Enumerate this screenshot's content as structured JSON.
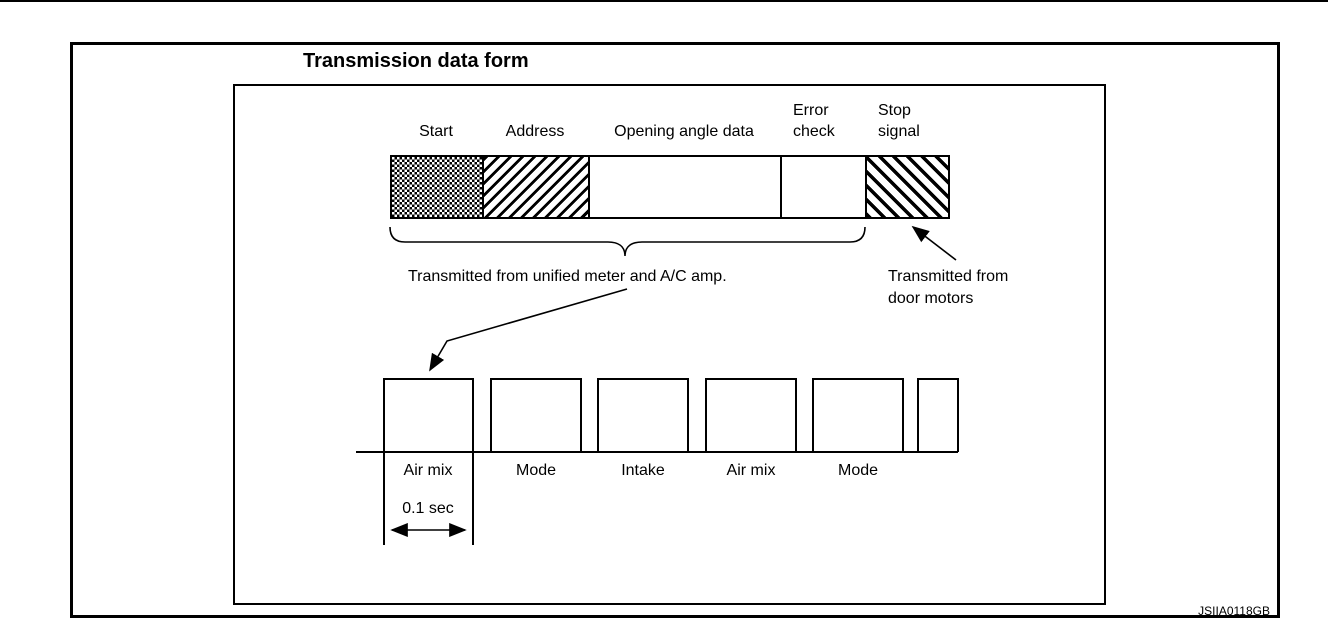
{
  "title": "Transmission data form",
  "figure_code": "JSIIA0118GB",
  "bar": {
    "start_label": "Start",
    "address_label": "Address",
    "opening_label": "Opening angle data",
    "error_line1": "Error",
    "error_line2": "check",
    "stop_line1": "Stop",
    "stop_line2": "signal",
    "segments": [
      {
        "name": "Start",
        "pattern": "checker-hatch"
      },
      {
        "name": "Address",
        "pattern": "diagonal-forward-hatch"
      },
      {
        "name": "Opening angle data",
        "pattern": "plain"
      },
      {
        "name": "Error check",
        "pattern": "plain"
      },
      {
        "name": "Stop signal",
        "pattern": "diagonal-back-hatch"
      }
    ]
  },
  "annotations": {
    "main_source": "Transmitted from unified meter and A/C amp.",
    "door_source_line1": "Transmitted from",
    "door_source_line2": "door motors"
  },
  "waveform": {
    "labels": [
      "Air mix",
      "Mode",
      "Intake",
      "Air mix",
      "Mode"
    ],
    "duration": "0.1 sec",
    "pulse_count": 6
  },
  "colors": {
    "ink": "#000000",
    "paper": "#ffffff"
  }
}
